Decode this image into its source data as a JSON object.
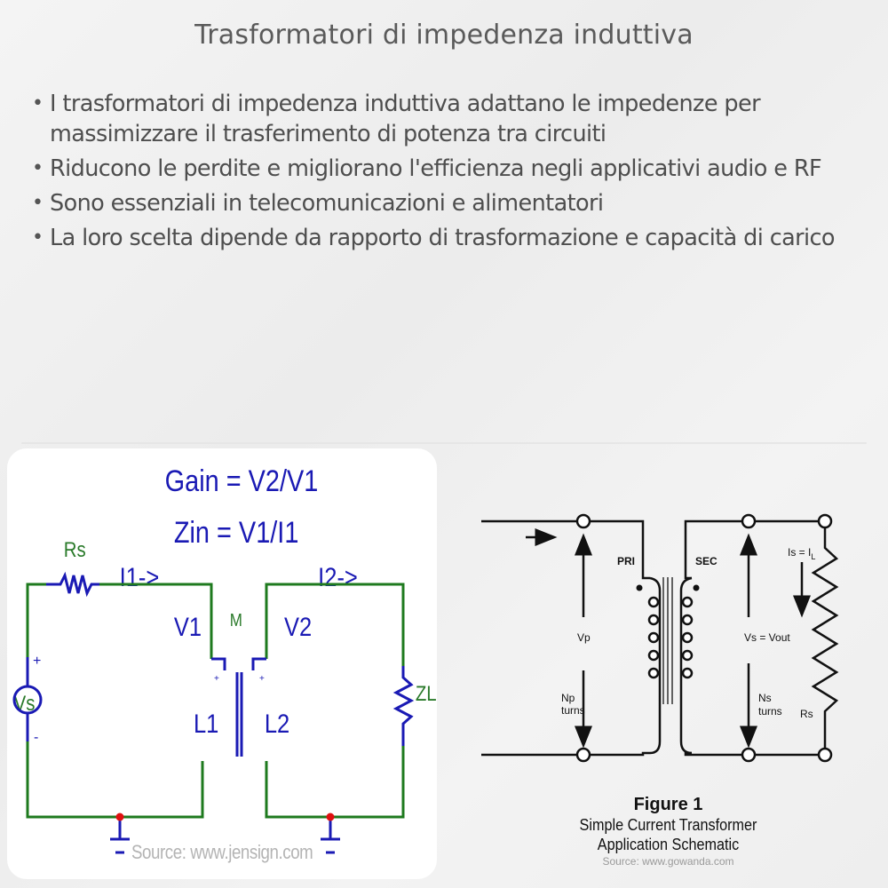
{
  "title": "Trasformatori di impedenza induttiva",
  "bullets": [
    "I trasformatori di impedenza induttiva adattano le impedenze per massimizzare il trasferimento di potenza tra circuiti",
    "Riducono le perdite e migliorano l'efficienza negli applicativi audio e RF",
    "Sono essenziali in telecomunicazioni e alimentatori",
    "La loro scelta dipende da rapporto di trasformazione e capacità di carico"
  ],
  "bullet_symbol": "•",
  "left_diagram": {
    "gain_formula": "Gain = V2/V1",
    "zin_formula": "Zin = V1/I1",
    "rs_label": "Rs",
    "i1_label": "I1->",
    "i2_label": "I2->",
    "v1_label": "V1",
    "v2_label": "V2",
    "m_label": "M",
    "l1_label": "L1",
    "l2_label": "L2",
    "vs_label": "Vs",
    "plus": "+",
    "minus": "-",
    "zl_label": "ZL",
    "source": "Source: www.jensign.com",
    "colors": {
      "wire": "#1e7a1e",
      "component": "#1a1ab4",
      "node": "#e01010",
      "label_green": "#2a7a2a"
    }
  },
  "right_diagram": {
    "pri_label": "PRI",
    "sec_label": "SEC",
    "vp_label": "Vp",
    "np_label_1": "Np",
    "np_label_2": "turns",
    "vs_label": "Vs = Vout",
    "ns_label_1": "Ns",
    "ns_label_2": "turns",
    "is_label": "Is = I",
    "is_sub": "L",
    "rs_label": "Rs",
    "caption_title": "Figure 1",
    "caption_line1": "Simple Current Transformer",
    "caption_line2": "Application Schematic",
    "source": "Source: www.gowanda.com"
  }
}
